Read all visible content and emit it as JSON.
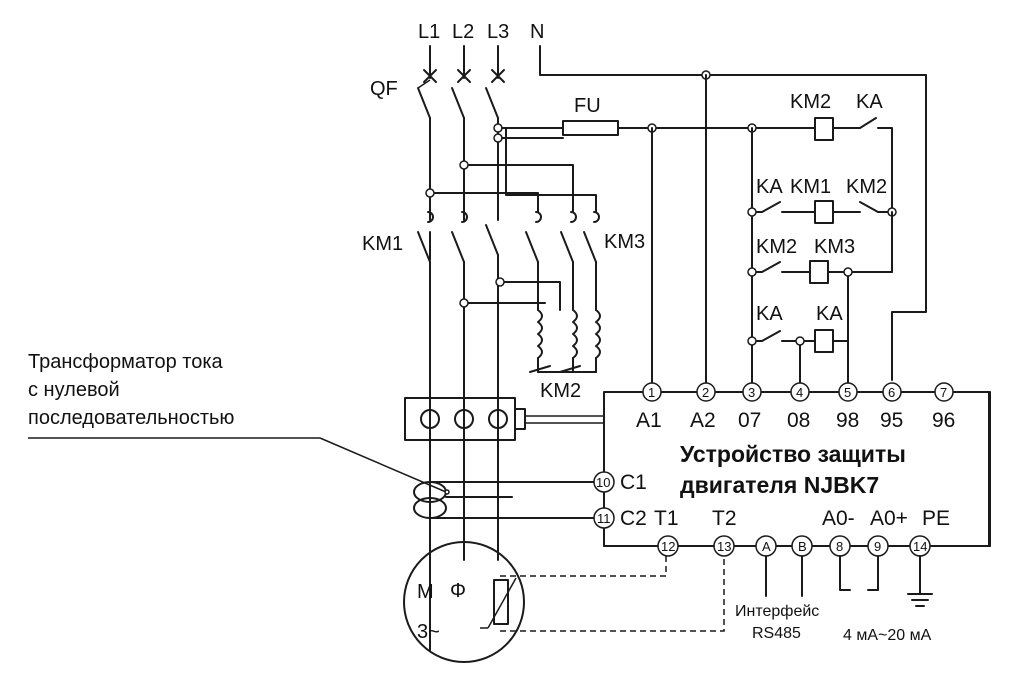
{
  "phases": [
    "L1",
    "L2",
    "L3",
    "N"
  ],
  "labels": {
    "qf": "QF",
    "fu": "FU",
    "km1": "KM1",
    "km2": "KM2",
    "km3": "KM3",
    "ka": "KA"
  },
  "ct_label": [
    "Трансформатор тока",
    "с нулевой",
    "последовательностью"
  ],
  "device": {
    "title_line1": "Устройство защиты",
    "title_line2": "двигателя NJBK7"
  },
  "top_terminals": [
    {
      "num": "1",
      "label": "A1"
    },
    {
      "num": "2",
      "label": "A2"
    },
    {
      "num": "3",
      "label": "07"
    },
    {
      "num": "4",
      "label": "08"
    },
    {
      "num": "5",
      "label": "98"
    },
    {
      "num": "6",
      "label": "95"
    },
    {
      "num": "7",
      "label": "96"
    }
  ],
  "left_terminals": [
    {
      "num": "10",
      "label": "C1"
    },
    {
      "num": "11",
      "label": "C2"
    }
  ],
  "bottom_terminals": [
    {
      "num": "12",
      "label": "T1"
    },
    {
      "num": "13",
      "label": "T2"
    },
    {
      "num": "A",
      "label": ""
    },
    {
      "num": "B",
      "label": ""
    },
    {
      "num": "8",
      "label": "A0-"
    },
    {
      "num": "9",
      "label": "A0+"
    },
    {
      "num": "14",
      "label": "PE"
    }
  ],
  "motor": {
    "letter": "M",
    "phase": "3~",
    "symbol": "Φ"
  },
  "interface": [
    "Интерфейс",
    "RS485"
  ],
  "analog_range": "4 мА~20 мА"
}
